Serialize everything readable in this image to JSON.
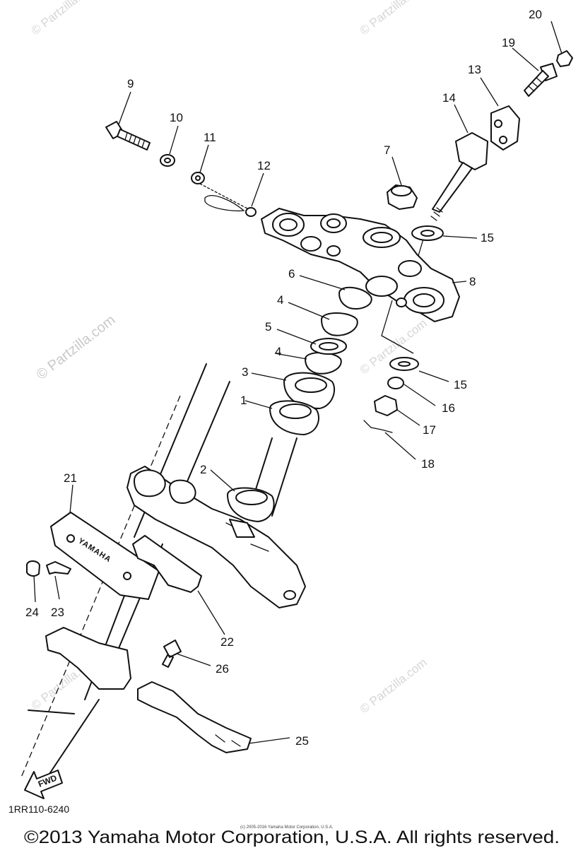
{
  "diagram": {
    "code": "1RR110-6240",
    "fwd_label": "FWD",
    "emblem_text": "YAMAHA",
    "watermark_main": "© Partzilla.com",
    "watermark_small": "© Partzilla.com"
  },
  "callouts": [
    {
      "id": "1",
      "label": "1"
    },
    {
      "id": "2",
      "label": "2"
    },
    {
      "id": "3",
      "label": "3"
    },
    {
      "id": "4a",
      "label": "4"
    },
    {
      "id": "4b",
      "label": "4"
    },
    {
      "id": "5",
      "label": "5"
    },
    {
      "id": "6",
      "label": "6"
    },
    {
      "id": "7",
      "label": "7"
    },
    {
      "id": "8",
      "label": "8"
    },
    {
      "id": "9",
      "label": "9"
    },
    {
      "id": "10",
      "label": "10"
    },
    {
      "id": "11",
      "label": "11"
    },
    {
      "id": "12",
      "label": "12"
    },
    {
      "id": "13",
      "label": "13"
    },
    {
      "id": "14",
      "label": "14"
    },
    {
      "id": "15a",
      "label": "15"
    },
    {
      "id": "15b",
      "label": "15"
    },
    {
      "id": "16",
      "label": "16"
    },
    {
      "id": "17",
      "label": "17"
    },
    {
      "id": "18",
      "label": "18"
    },
    {
      "id": "19",
      "label": "19"
    },
    {
      "id": "20",
      "label": "20"
    },
    {
      "id": "21",
      "label": "21"
    },
    {
      "id": "22",
      "label": "22"
    },
    {
      "id": "23",
      "label": "23"
    },
    {
      "id": "24",
      "label": "24"
    },
    {
      "id": "25",
      "label": "25"
    },
    {
      "id": "26",
      "label": "26"
    }
  ],
  "footer": {
    "copyright": "©2013 Yamaha Motor Corporation, U.S.A. All rights reserved.",
    "copyright_small": "(c) 2005-2016 Yamaha Motor Corporation, U.S.A."
  }
}
